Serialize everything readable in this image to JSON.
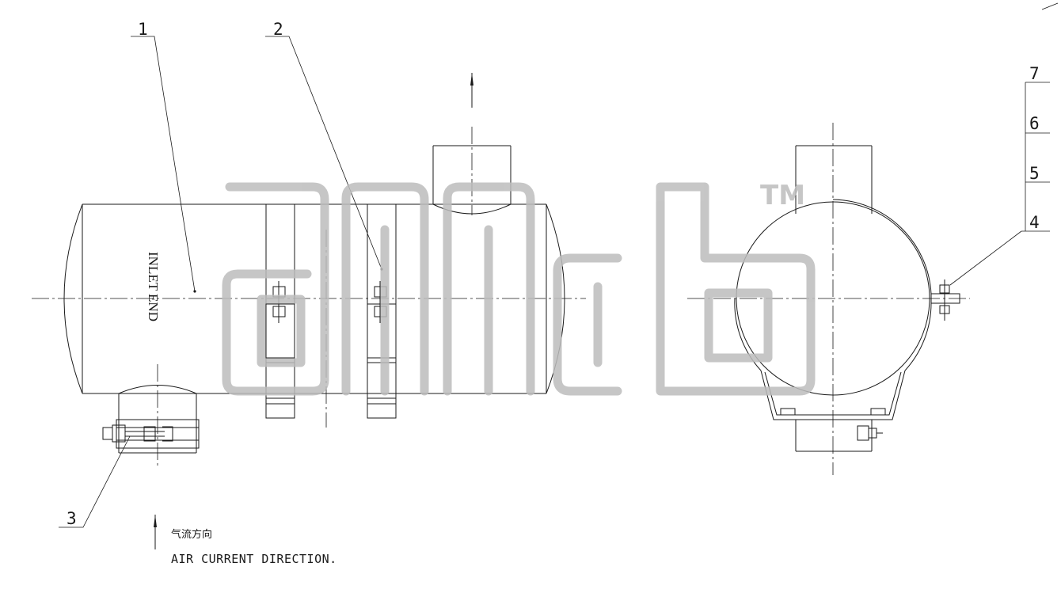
{
  "drawing": {
    "body_label": "INLET END",
    "callouts": [
      "1",
      "2",
      "3",
      "4",
      "5",
      "6",
      "7"
    ],
    "legend": {
      "chinese": "气流方向",
      "english": "AIR CURRENT DIRECTION."
    }
  },
  "watermark": {
    "mark": "TM"
  },
  "colors": {
    "line": "#1a1a1a",
    "watermark": "#bdbdbd",
    "background": "#ffffff"
  }
}
